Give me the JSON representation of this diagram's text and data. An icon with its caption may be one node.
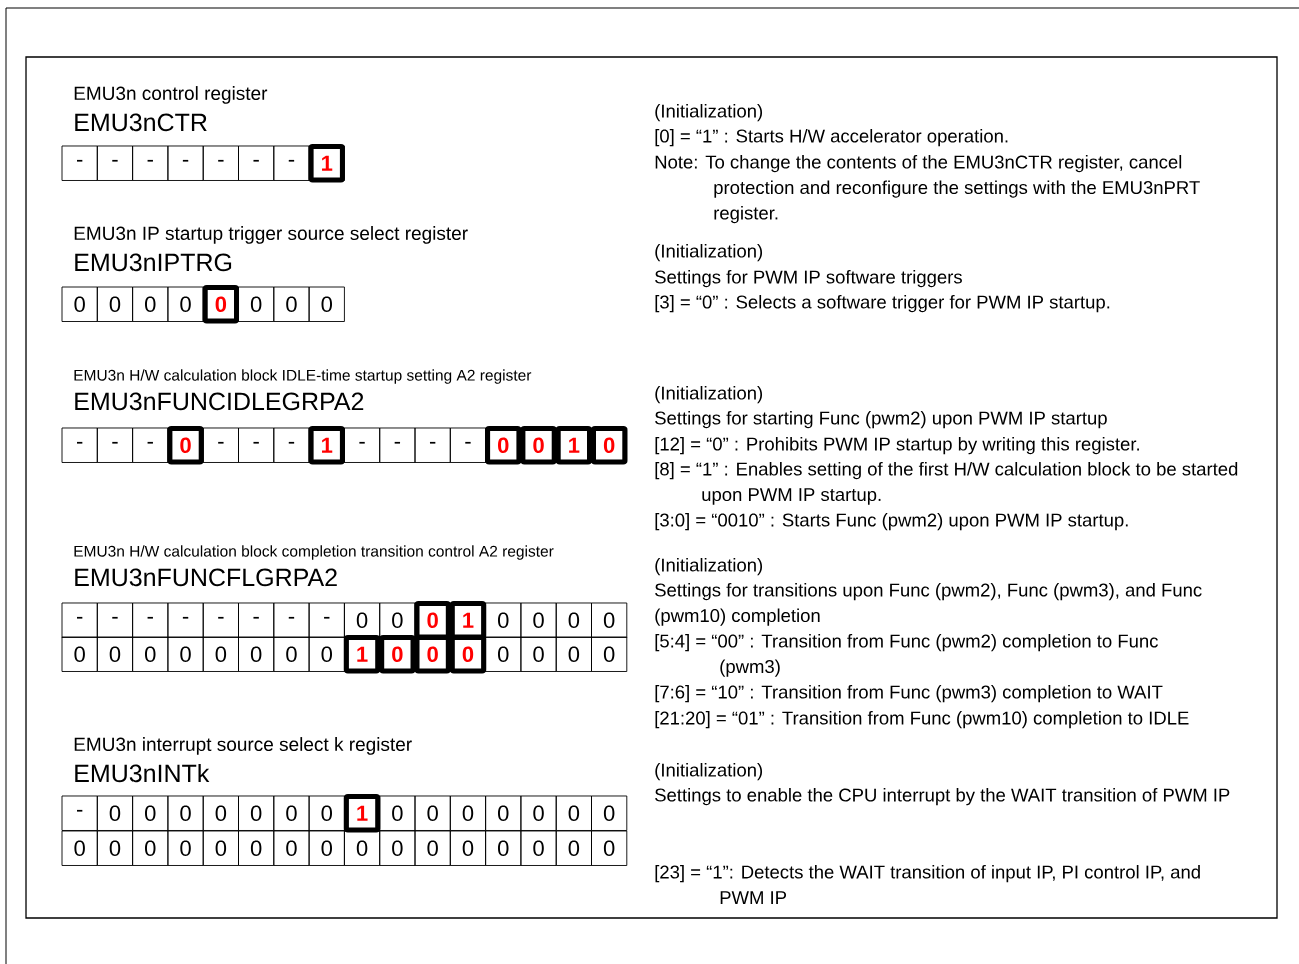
{
  "diagram": {
    "labels": [
      "EMU3n control register",
      "EMU3nCTR",
      "-",
      "-",
      "-",
      "-",
      "-",
      "-",
      "-",
      "1",
      "(Initialization)",
      "[0] = “1” : Starts H/W accelerator operation.",
      "Note: To change the contents of the EMU3nCTR register, cancel protection and reconfigure the settings with the EMU3nPRT register.",
      "EMU3n IP startup trigger source select register",
      "EMU3nIPTRG",
      "0",
      "0",
      "0",
      "0",
      "0",
      "0",
      "0",
      "0",
      "(Initialization)",
      "Settings for PWM IP software triggers",
      "[3] = “0” : Selects a software trigger for PWM IP startup.",
      "EMU3n H/W calculation block IDLE-time startup setting A2 register",
      "EMU3nFUNCIDLEGRPA2",
      "-",
      "-",
      "-",
      "0",
      "-",
      "-",
      "-",
      "1",
      "-",
      "-",
      "-",
      "-",
      "0",
      "0",
      "1",
      "0",
      "(Initialization)",
      "Settings for starting Func (pwm2) upon PWM IP startup",
      "[12] = “0” : Prohibits PWM IP startup by writing this register.",
      "[8] = “1” : Enables setting of the first H/W calculation block to be started upon PWM IP startup.",
      "[3:0] = “0010” : Starts Func (pwm2) upon PWM IP startup.",
      "EMU3n H/W calculation block completion transition control A2 register",
      "EMU3nFUNCFLGRPA2",
      "-",
      "-",
      "-",
      "-",
      "-",
      "-",
      "-",
      "-",
      "0",
      "0",
      "0",
      "1",
      "0",
      "0",
      "0",
      "0",
      "0",
      "0",
      "0",
      "0",
      "0",
      "0",
      "0",
      "0",
      "1",
      "0",
      "0",
      "0",
      "0",
      "0",
      "0",
      "0",
      "(Initialization)",
      "Settings for transitions upon Func (pwm2), Func (pwm3), and Func (pwm10) completion",
      "[5:4] = “00” : Transition from Func (pwm2) completion to Func (pwm3)",
      "[7:6] = “10” : Transition from Func (pwm3) completion to WAIT",
      "[21:20] = “01” : Transition from Func (pwm10) completion to IDLE",
      "EMU3n interrupt source select k register",
      "EMU3nINTk",
      "-",
      "0",
      "0",
      "0",
      "0",
      "0",
      "0",
      "0",
      "1",
      "0",
      "0",
      "0",
      "0",
      "0",
      "0",
      "0",
      "0",
      "0",
      "0",
      "0",
      "0",
      "0",
      "0",
      "0",
      "0",
      "0",
      "0",
      "0",
      "0",
      "0",
      "0",
      "0",
      "(Initialization)",
      "Settings to enable the CPU interrupt by the WAIT transition of PWM IP",
      "[23] = “1”: Detects the WAIT transition of input IP, PI control IP, and PWM IP"
    ]
  }
}
